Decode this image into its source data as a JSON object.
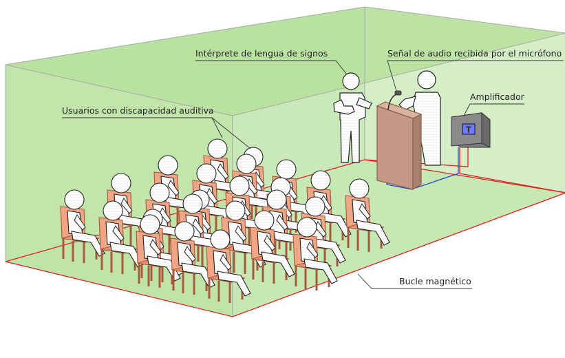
{
  "labels": {
    "interpreter": "Intérprete de lengua de signos",
    "microphone_signal": "Señal de audio recibida por el micrófono",
    "users": "Usuarios con discapacidad auditiva",
    "amplifier": "Amplificador",
    "amplifier_symbol": "T",
    "loop": "Bucle magnético"
  },
  "colors": {
    "room_fill": "#b5e09a",
    "room_edge": "#a8a8a8",
    "loop_wire": "#dd2222",
    "mic_wire": "#2244cc",
    "chair": "#f0a585",
    "chair_edge": "#a55a3c",
    "podium": "#c49a86",
    "amplifier_box": "#8a8a8a",
    "amplifier_display": "#6e7bff",
    "figure": "#ffffff"
  }
}
